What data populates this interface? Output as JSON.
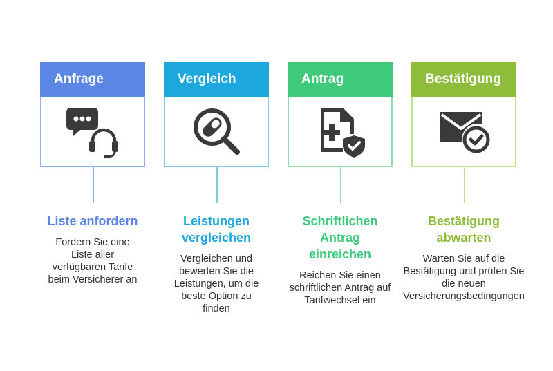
{
  "colors": {
    "step1": "#5b86e5",
    "step2": "#1ca8dd",
    "step3": "#3ec97b",
    "step4": "#8dbd3b",
    "icon": "#3a3a3a"
  },
  "steps": [
    {
      "header": "Anfrage",
      "icon": "chat-headset-icon",
      "title": "Liste anfordern",
      "description": "Fordern Sie eine Liste aller verfügbaren Tarife beim Versicherer an"
    },
    {
      "header": "Vergleich",
      "icon": "magnifier-pill-icon",
      "title": "Leistungen vergleichen",
      "description": "Vergleichen und bewerten Sie die Leistungen, um die beste Option zu finden"
    },
    {
      "header": "Antrag",
      "icon": "medical-document-shield-icon",
      "title": "Schriftlichen Antrag einreichen",
      "description": "Reichen Sie einen schriftlichen Antrag auf Tarifwechsel ein"
    },
    {
      "header": "Bestätigung",
      "icon": "envelope-check-icon",
      "title": "Bestätigung abwarten",
      "description": "Warten Sie auf die Bestätigung und prüfen Sie die neuen Versicherungsbedingungen"
    }
  ]
}
